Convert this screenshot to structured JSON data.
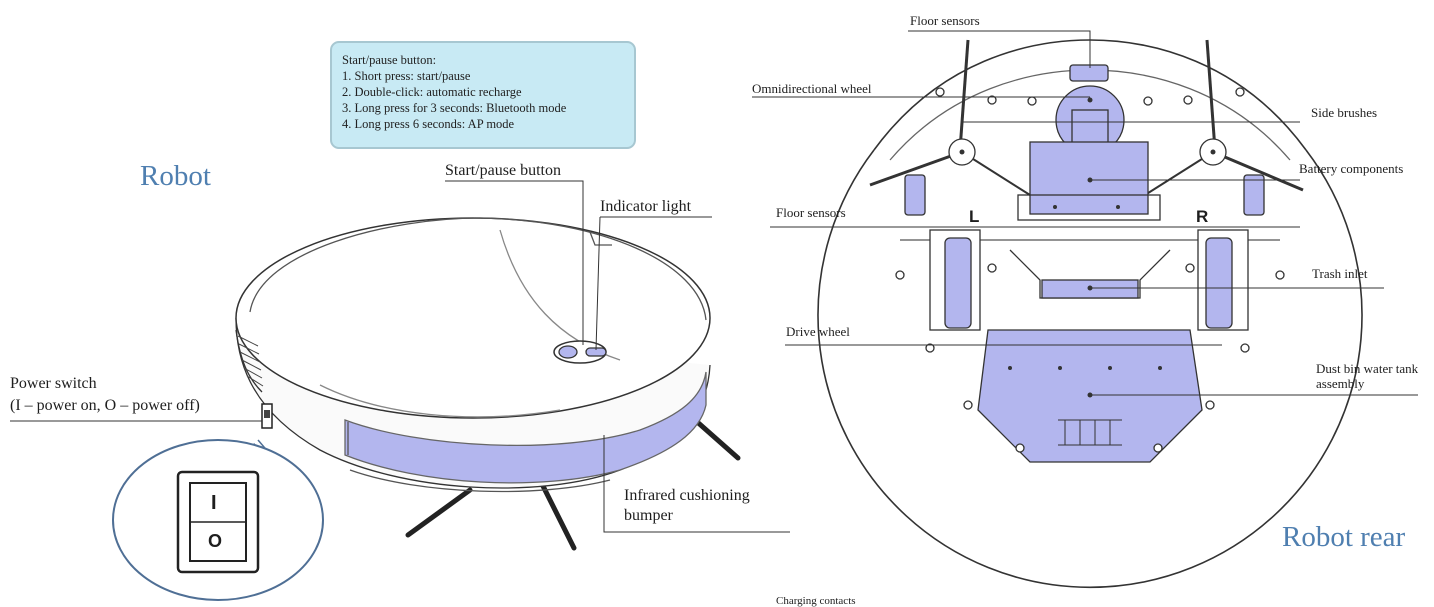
{
  "titles": {
    "front": "Robot",
    "rear": "Robot rear"
  },
  "callout": {
    "heading": "Start/pause button:",
    "items": [
      "1. Short press: start/pause",
      "2. Double-click: automatic recharge",
      "3. Long press for 3 seconds: Bluetooth mode",
      "4. Long press 6 seconds: AP mode"
    ]
  },
  "front_labels": {
    "start_pause": "Start/pause button",
    "indicator": "Indicator light",
    "power_switch": "Power switch",
    "power_switch_detail": "(I – power on, O – power off)",
    "bumper_line1": "Infrared cushioning",
    "bumper_line2": "bumper"
  },
  "switch_glyphs": {
    "on": "I",
    "off": "O"
  },
  "rear_labels": {
    "floor_sensors_top": "Floor sensors",
    "omni_wheel": "Omnidirectional wheel",
    "side_brushes": "Side brushes",
    "battery": "Battery components",
    "floor_sensors_left": "Floor sensors",
    "trash_inlet": "Trash inlet",
    "drive_wheel": "Drive wheel",
    "dust_bin_line1": "Dust bin water tank",
    "dust_bin_line2": "assembly",
    "charging": "Charging contacts"
  },
  "wheel_marks": {
    "left": "L",
    "right": "R"
  },
  "colors": {
    "highlight": "#b3b6ee",
    "title": "#4f7fb0",
    "callout_bg": "#c8eaf4",
    "switch_ring": "#4f6f95"
  }
}
